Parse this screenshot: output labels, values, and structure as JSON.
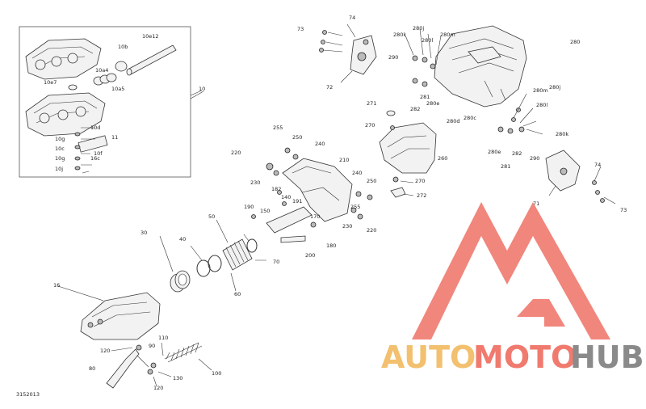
{
  "diagram_id": "3152013",
  "inset_labels": [
    "10e12",
    "10b",
    "10a4",
    "10a5",
    "10e7",
    "10d",
    "10g",
    "11",
    "10c",
    "10f",
    "10g",
    "16c",
    "10j",
    "10"
  ],
  "callouts": {
    "c73a": "73",
    "c74a": "74",
    "c72": "72",
    "c280k": "280k",
    "c280j": "280j",
    "c280l": "280l",
    "c280m": "280m",
    "c280": "280",
    "c290a": "290",
    "c282a": "282",
    "c281a": "281",
    "c280e": "280e",
    "c280d": "280d",
    "c280c": "280c",
    "c280m2": "280m",
    "c280j2": "280j",
    "c280l2": "280l",
    "c280k2": "280k",
    "c280e2": "280e",
    "c282b": "282",
    "c281b": "281",
    "c290b": "290",
    "c271": "271",
    "c270a": "270",
    "c260": "260",
    "c270b": "270",
    "c272": "272",
    "c250": "250",
    "c255": "255",
    "c240a": "240",
    "c220a": "220",
    "c210": "210",
    "c230a": "230",
    "c182": "182",
    "c140": "140",
    "c191": "191",
    "c150": "150",
    "c190": "190",
    "c170": "170",
    "c180": "180",
    "c200": "200",
    "c240b": "240",
    "c250b": "250",
    "c255b": "255",
    "c230b": "230",
    "c220b": "220",
    "c74b": "74",
    "c73b": "73",
    "c71": "71",
    "c30": "30",
    "c40": "40",
    "c50": "50",
    "c60": "60",
    "c70": "70",
    "c16": "16",
    "c110": "110",
    "c90": "90",
    "c120a": "120",
    "c100": "100",
    "c130": "130",
    "c80": "80",
    "c120b": "120"
  },
  "watermark": {
    "brand_part1": "AUTO",
    "brand_part2": "MOTO",
    "brand_part3": "HUB",
    "colors": {
      "logo": "#f07a6e",
      "auto": "#f2c06e",
      "moto": "#f07a6e",
      "hub": "#8a8a8a"
    }
  }
}
